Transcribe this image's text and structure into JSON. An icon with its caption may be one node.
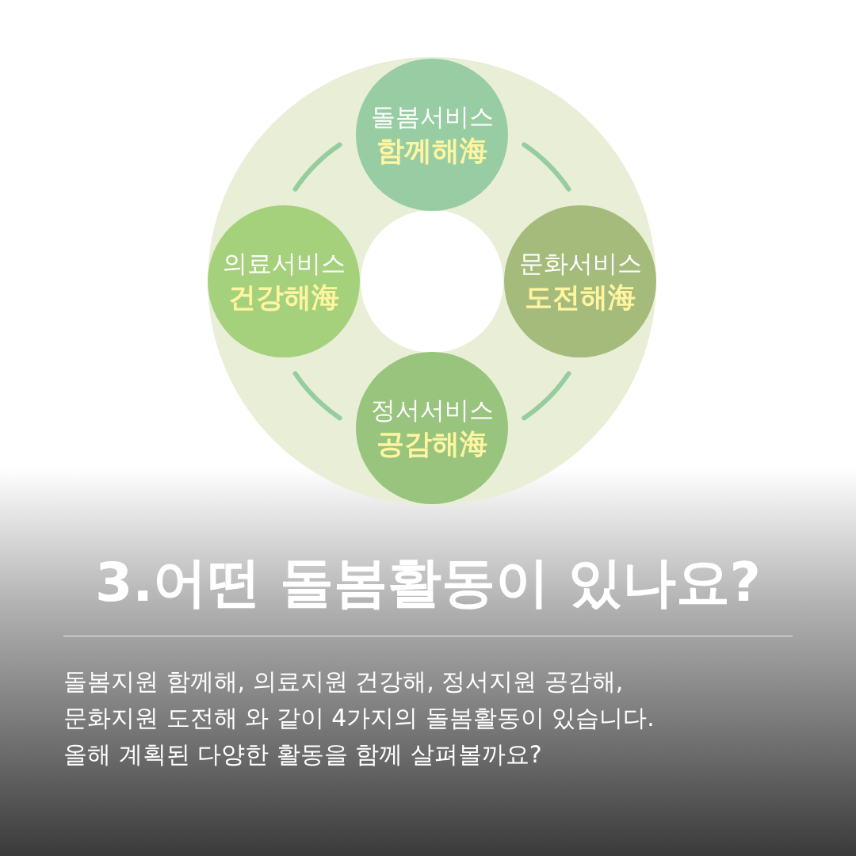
{
  "diagram": {
    "title": "3.어떤 돌봄활동이 있나요?",
    "nodes": [
      {
        "text": [
          "돌봄서비스",
          "함께해海"
        ]
      },
      {
        "text": [
          "의료서비스",
          "건강해海"
        ]
      },
      {
        "text": [
          "문화서비스",
          "도전해海"
        ]
      },
      {
        "text": [
          "정서서비스",
          "공감해海"
        ]
      }
    ],
    "labels": [
      "돌봄지원 함께해, 의료지원 건강해, 정서지원 공감해,",
      "문화지원 도전해 와 같이 4가지의 돌봄활동이 있습니다.",
      "올해 계획된 다양한 활동을 함께 살펴볼까요?"
    ]
  }
}
